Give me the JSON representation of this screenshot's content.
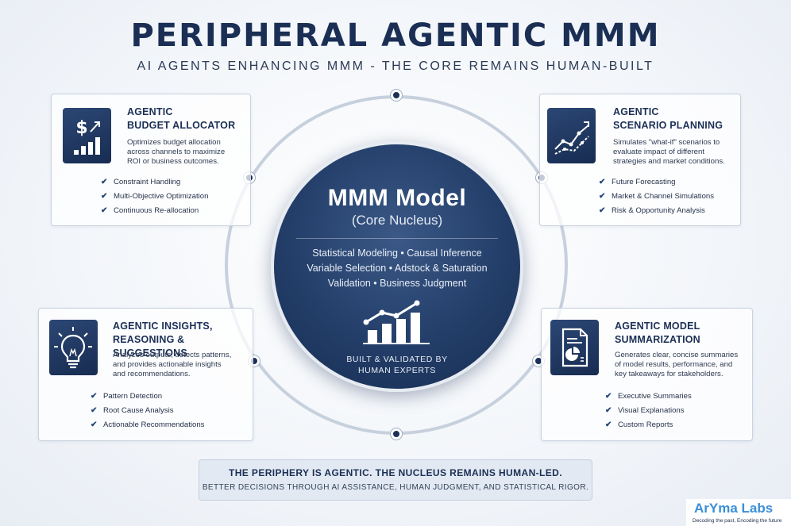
{
  "header": {
    "title": "PERIPHERAL AGENTIC MMM",
    "subtitle": "AI AGENTS ENHANCING MMM - THE CORE REMAINS HUMAN-BUILT"
  },
  "core": {
    "title": "MMM Model",
    "subtitle": "(Core Nucleus)",
    "lines": [
      "Statistical Modeling • Causal Inference",
      "Variable Selection • Adstock & Saturation",
      "Validation • Business Judgment"
    ],
    "footer": [
      "BUILT & VALIDATED BY",
      "HUMAN EXPERTS"
    ]
  },
  "cards": {
    "budget": {
      "icon": "budget-chart-icon",
      "title": [
        "AGENTIC",
        "BUDGET ALLOCATOR"
      ],
      "description": [
        "Optimizes budget allocation",
        "across channels to maximize",
        "ROI or business outcomes."
      ],
      "bullets": [
        "Constraint Handling",
        "Multi-Objective Optimization",
        "Continuous Re-allocation"
      ]
    },
    "scenario": {
      "icon": "scenario-lines-icon",
      "title": [
        "AGENTIC",
        "SCENARIO PLANNING"
      ],
      "description": [
        "Simulates \"what-if\" scenarios to",
        "evaluate impact of different",
        "strategies and market conditions."
      ],
      "bullets": [
        "Future Forecasting",
        "Market & Channel Simulations",
        "Risk & Opportunity Analysis"
      ]
    },
    "insights": {
      "icon": "lightbulb-icon",
      "title": [
        "AGENTIC INSIGHTS,",
        "REASONING & SUGGESTIONS"
      ],
      "description": [
        "Analyzes outputs, detects patterns,",
        "and provides actionable insights",
        "and recommendations."
      ],
      "bullets": [
        "Pattern Detection",
        "Root Cause Analysis",
        "Actionable Recommendations"
      ]
    },
    "summary": {
      "icon": "document-report-icon",
      "title": [
        "AGENTIC MODEL",
        "SUMMARIZATION"
      ],
      "description": [
        "Generates clear, concise summaries",
        "of model results, performance, and",
        "key takeaways for stakeholders."
      ],
      "bullets": [
        "Executive Summaries",
        "Visual Explanations",
        "Custom Reports"
      ]
    }
  },
  "banner": {
    "line1": "THE PERIPHERY IS AGENTIC. THE NUCLEUS REMAINS HUMAN-LED.",
    "line2": "BETTER DECISIONS THROUGH AI ASSISTANCE, HUMAN JUDGMENT, AND STATISTICAL RIGOR."
  },
  "logo": {
    "name": "ArYma Labs",
    "tagline": "Decoding the past, Encoding the future"
  },
  "colors": {
    "navy": "#1b2f55",
    "core": "#233e69",
    "ring": "#c7d0dd",
    "accent": "#3a8fd8"
  }
}
